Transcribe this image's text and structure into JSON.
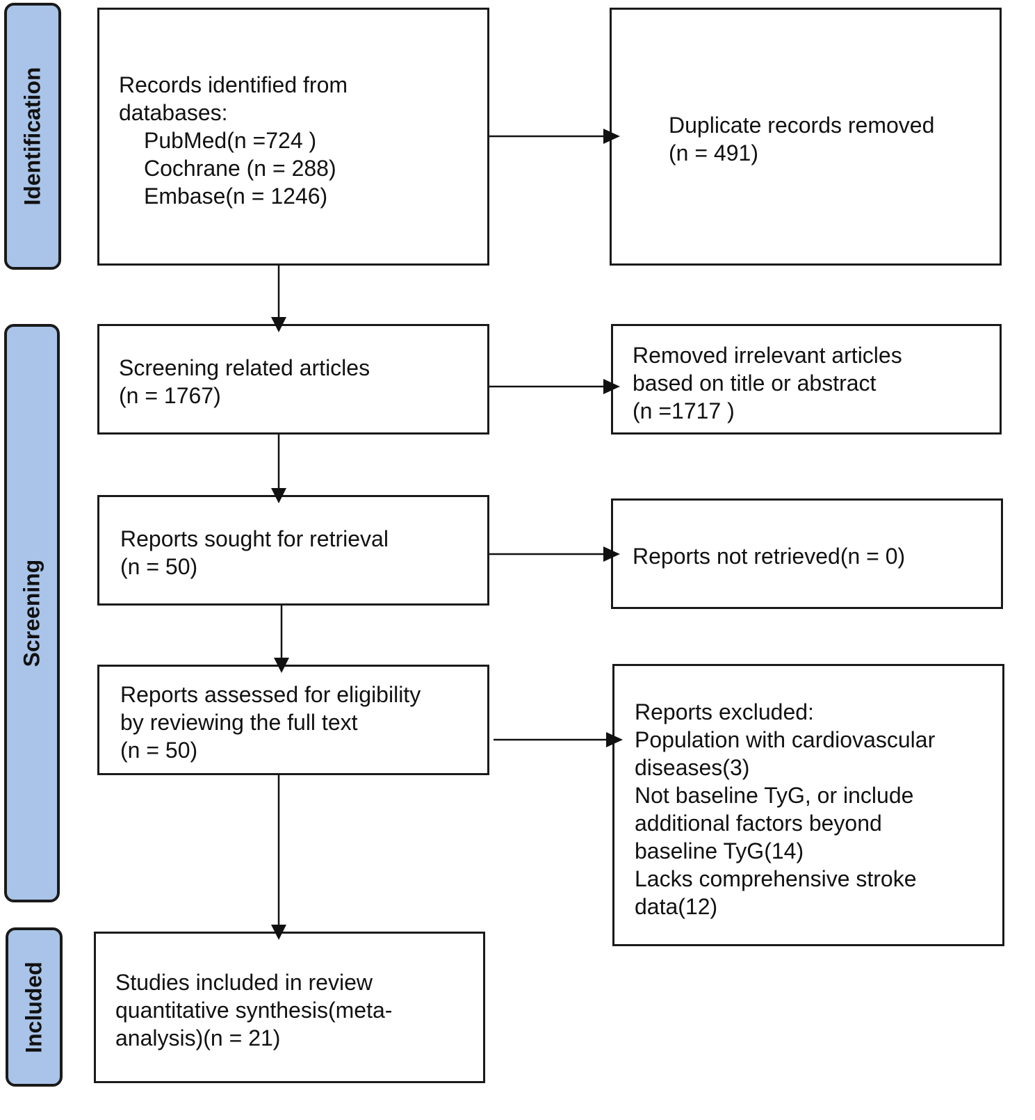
{
  "phases": {
    "identification": "Identification",
    "screening": "Screening",
    "included": "Included"
  },
  "boxes": {
    "records": {
      "line1": "Records identified from",
      "line2": "databases:",
      "pubmed": "PubMed(n =724 )",
      "cochrane": "Cochrane (n = 288)",
      "embase": "Embase(n = 1246)"
    },
    "duplicates": {
      "line1": "Duplicate records removed",
      "line2": "(n = 491)"
    },
    "screening": {
      "line1": "Screening related articles",
      "line2": "(n = 1767)"
    },
    "irrelevant": {
      "line1": "Removed irrelevant articles",
      "line2": "based on title or abstract",
      "line3": "(n =1717 )"
    },
    "sought": {
      "line1": "Reports sought for retrieval",
      "line2": "(n = 50)"
    },
    "not_retrieved": {
      "line1": "Reports not retrieved(n = 0)"
    },
    "assessed": {
      "line1": "Reports assessed for eligibility",
      "line2": "by reviewing the full text",
      "line3": "(n = 50)"
    },
    "excluded": {
      "line1": "Reports excluded:",
      "line2": "Population with cardiovascular",
      "line3": "diseases(3)",
      "line4": "Not baseline TyG, or include",
      "line5": "additional factors beyond",
      "line6": "baseline TyG(14)",
      "line7": "Lacks comprehensive stroke",
      "line8": "data(12)"
    },
    "included": {
      "line1": "Studies included in review",
      "line2": "quantitative synthesis(meta-",
      "line3": "analysis)(n = 21)"
    }
  }
}
